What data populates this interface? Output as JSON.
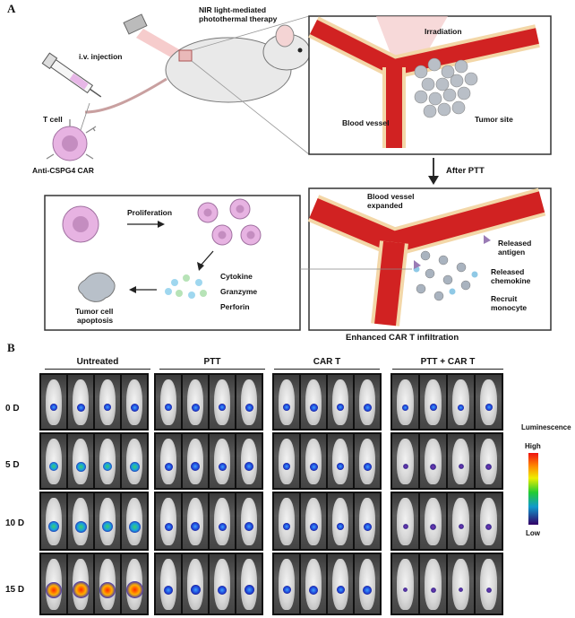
{
  "panel_a": {
    "letter": "A",
    "nir_label_1": "NIR light-mediated",
    "nir_label_2": "photothermal therapy",
    "iv_label": "i.v. injection",
    "tcell_label": "T cell",
    "car_label": "Anti-CSPG4 CAR",
    "irradiation_label": "Irradiation",
    "blood_vessel_label": "Blood vessel",
    "tumor_site_label": "Tumor site",
    "after_ptt_label": "After PTT",
    "expanded_label_1": "Blood vessel",
    "expanded_label_2": "expanded",
    "released_antigen_1": "Released",
    "released_antigen_2": "antigen",
    "released_chemokine_1": "Released",
    "released_chemokine_2": "chemokine",
    "recruit_1": "Recruit",
    "recruit_2": "monocyte",
    "proliferation_label": "Proliferation",
    "cytokine_label": "Cytokine",
    "granzyme_label": "Granzyme",
    "perforin_label": "Perforin",
    "apoptosis_1": "Tumor cell",
    "apoptosis_2": "apoptosis",
    "enhanced_label": "Enhanced CAR T infiltration"
  },
  "panel_b": {
    "letter": "B",
    "groups": [
      "Untreated",
      "PTT",
      "CAR T",
      "PTT + CAR T"
    ],
    "rows": [
      "0 D",
      "5  D",
      "10 D",
      "15 D"
    ],
    "legend_title": "Luminescence",
    "legend_high": "High",
    "legend_low": "Low"
  }
}
